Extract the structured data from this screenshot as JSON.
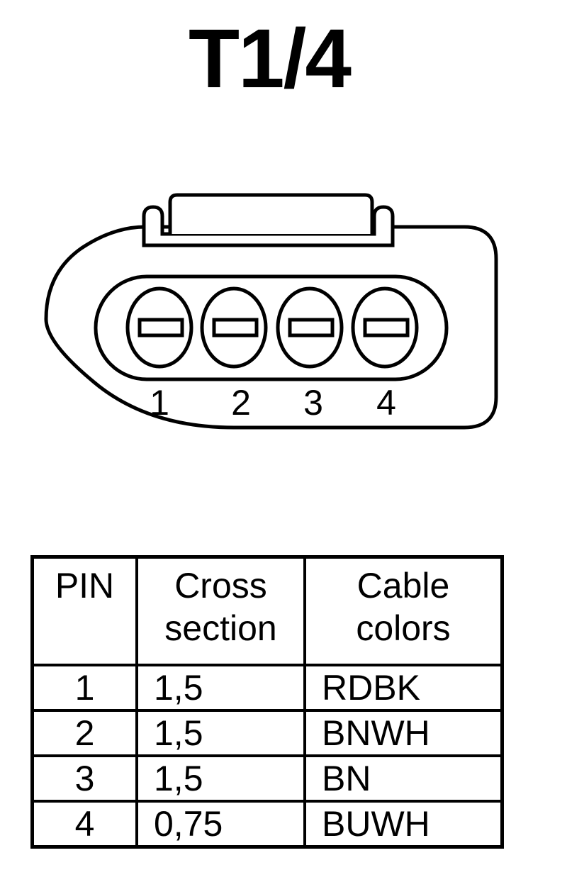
{
  "title": "T1/4",
  "connector": {
    "pins": [
      {
        "number": "1"
      },
      {
        "number": "2"
      },
      {
        "number": "3"
      },
      {
        "number": "4"
      }
    ]
  },
  "table": {
    "headers": {
      "pin": "PIN",
      "cross_line1": "Cross",
      "cross_line2": "section",
      "cable_line1": "Cable",
      "cable_line2": "colors"
    },
    "rows": [
      {
        "pin": "1",
        "cross_section": "1,5",
        "color": "RDBK"
      },
      {
        "pin": "2",
        "cross_section": "1,5",
        "color": "BNWH"
      },
      {
        "pin": "3",
        "cross_section": "1,5",
        "color": "BN"
      },
      {
        "pin": "4",
        "cross_section": "0,75",
        "color": "BUWH"
      }
    ]
  }
}
